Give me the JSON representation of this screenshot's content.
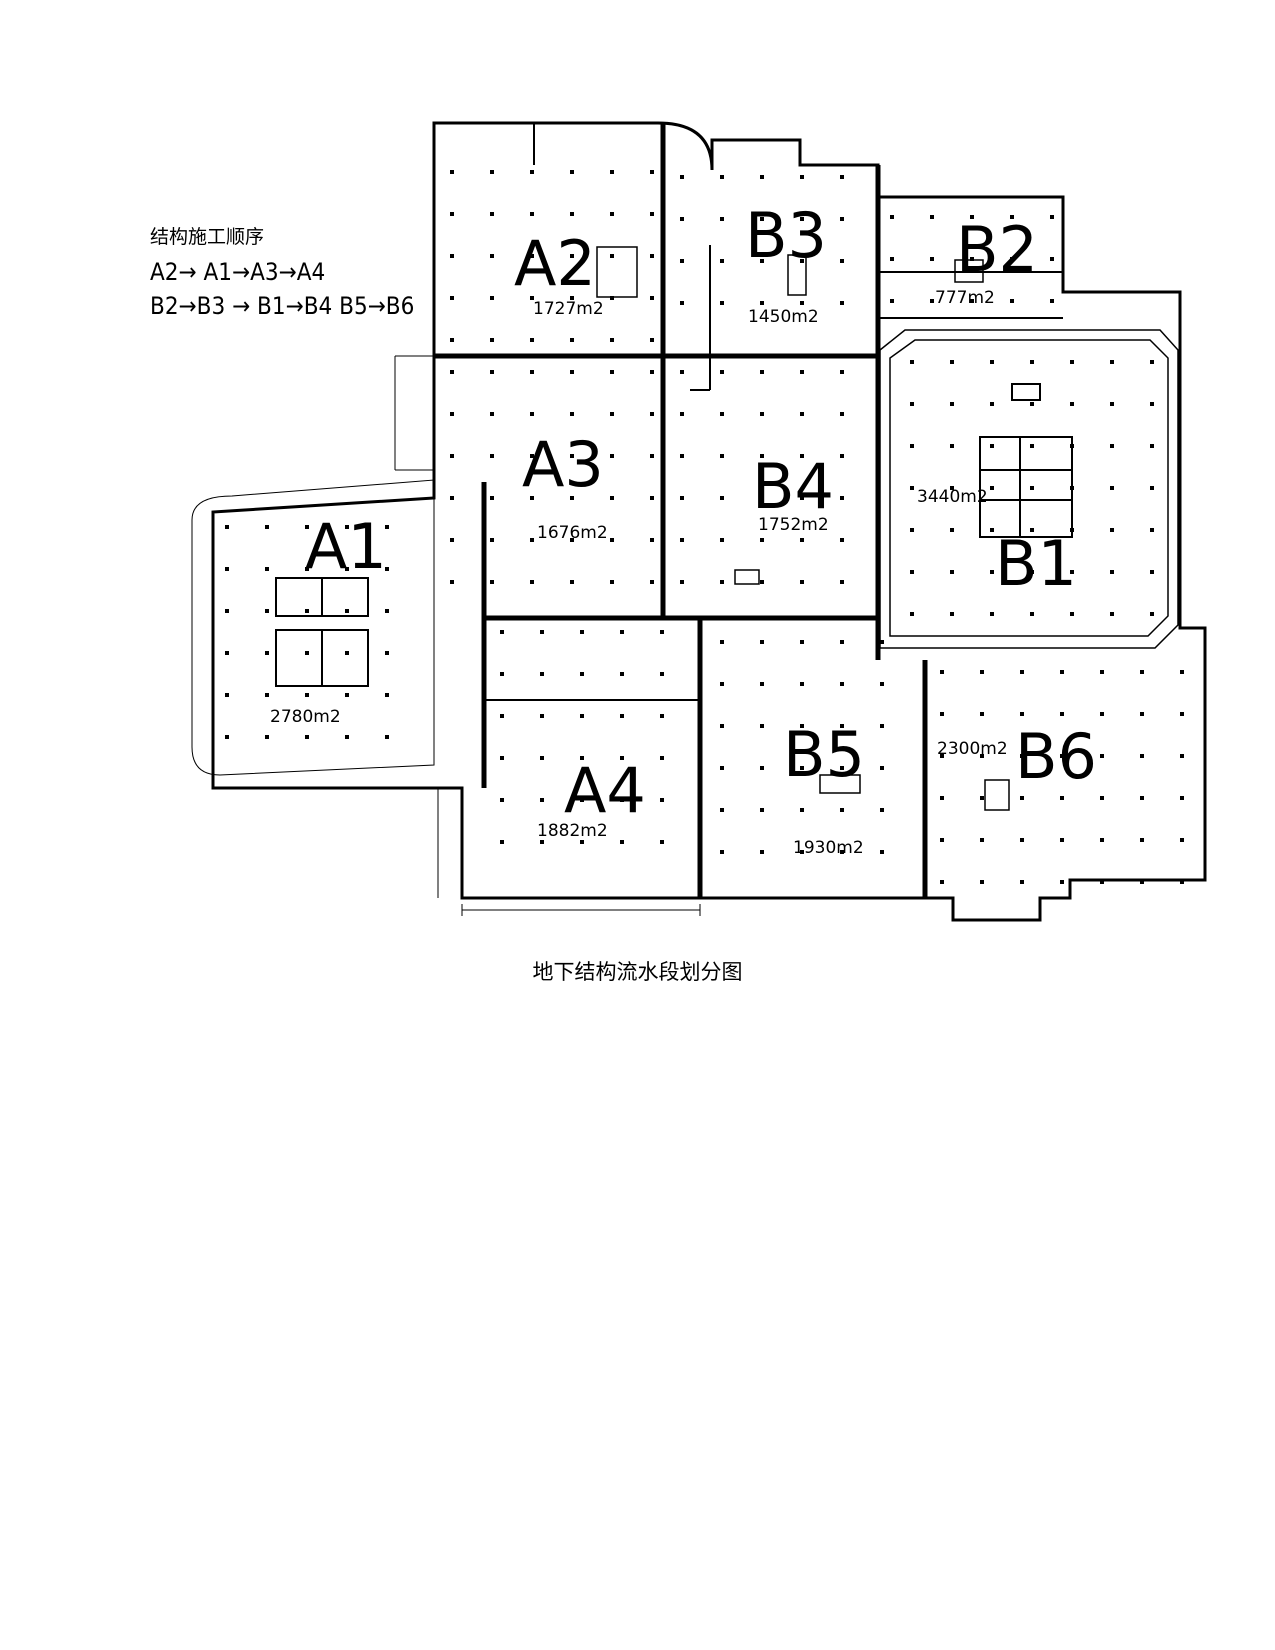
{
  "legend": {
    "title": "结构施工顺序",
    "line1": "A2→ A1→A3→A4",
    "line2": "B2→B3 → B1→B4  B5→B6"
  },
  "caption": "地下结构流水段划分图",
  "zones": [
    {
      "id": "A1",
      "area": "2780m2"
    },
    {
      "id": "A2",
      "area": "1727m2"
    },
    {
      "id": "A3",
      "area": "1676m2"
    },
    {
      "id": "A4",
      "area": "1882m2"
    },
    {
      "id": "B1",
      "area": "3440m2"
    },
    {
      "id": "B2",
      "area": "777m2"
    },
    {
      "id": "B3",
      "area": "1450m2"
    },
    {
      "id": "B4",
      "area": "1752m2"
    },
    {
      "id": "B5",
      "area": "1930m2"
    },
    {
      "id": "B6",
      "area": "2300m2"
    }
  ]
}
